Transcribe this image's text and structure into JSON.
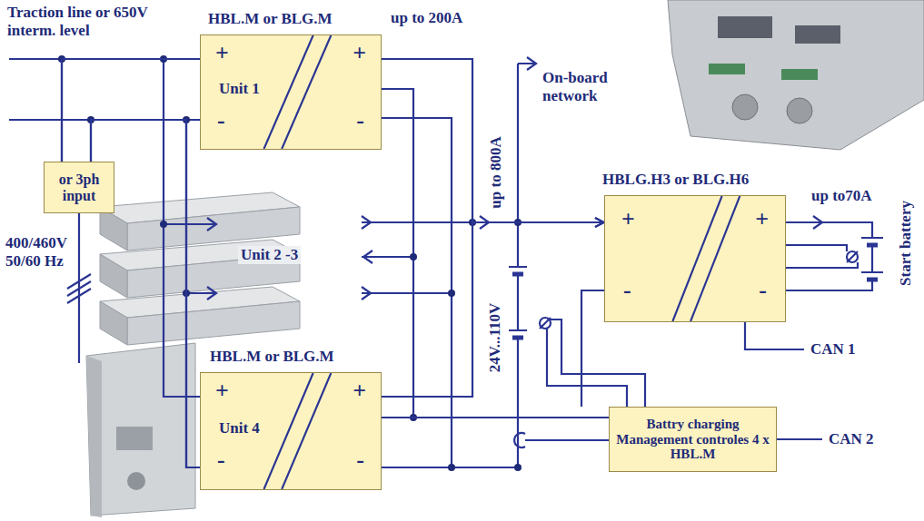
{
  "diagram": {
    "nodes": [
      {
        "text": [
          "HBL.M or BLG.M",
          "+",
          "+",
          "Unit 1",
          "-",
          "-"
        ]
      },
      {
        "text": [
          "or 3ph input"
        ]
      },
      {
        "text": [
          "HBLG.H3 or BLG.H6",
          "+",
          "+",
          "-",
          "-"
        ]
      },
      {
        "text": [
          "HBL.M or BLG.M",
          "+",
          "+",
          "Unit 4",
          "-",
          "-"
        ]
      },
      {
        "text": [
          "Battry charging Management controles 4 x HBL.M"
        ]
      }
    ],
    "edges": [
      {
        "from": 1,
        "to": 0,
        "arrow": "none"
      },
      {
        "from": 1,
        "to": 3,
        "arrow": "none"
      },
      {
        "from": 0,
        "to": 2,
        "arrow": "to"
      },
      {
        "from": 3,
        "to": 2,
        "arrow": "to"
      },
      {
        "from": 3,
        "to": 4,
        "arrow": "none"
      },
      {
        "from": 2,
        "to": 4,
        "arrow": "none"
      }
    ],
    "labels": [
      "Traction line or 650V interm. level",
      "up to 200A",
      "On-board network",
      "400/460V 50/60 Hz",
      "Unit 2 -3",
      "up to 800A",
      "up to70A",
      "Start battery",
      "24V...110V",
      "CAN 1",
      "CAN 2"
    ]
  }
}
